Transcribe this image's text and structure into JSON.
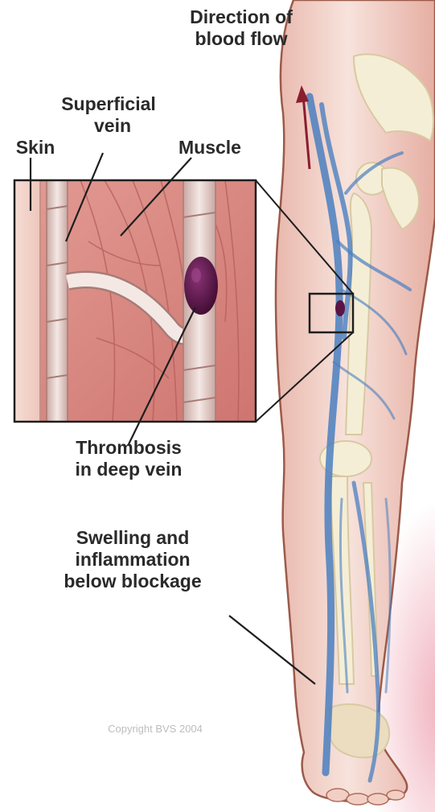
{
  "diagram": {
    "labels": {
      "direction": [
        "Direction of",
        "blood flow"
      ],
      "superficial_vein": [
        "Superficial",
        "vein"
      ],
      "skin": "Skin",
      "muscle": "Muscle",
      "thrombosis": [
        "Thrombosis",
        "in deep vein"
      ],
      "swelling": [
        "Swelling and",
        "inflammation",
        "below blockage"
      ]
    },
    "copyright": "Copyright BVS 2004"
  },
  "colors": {
    "skin": "#f2d7cf",
    "muscle": "#d9837c",
    "vein": "#4a7fc0",
    "clot": "#5a1545",
    "bone": "#f4ecd2",
    "background": "#ffffff"
  }
}
